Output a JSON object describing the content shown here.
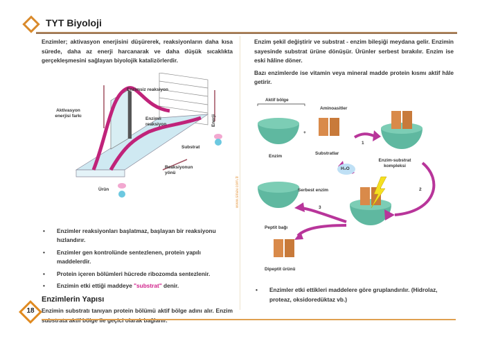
{
  "header": {
    "title": "TYT Biyoloji"
  },
  "left": {
    "intro": "Enzimler; aktivasyon enerjisini düşürerek, reaksiyonların daha kısa sürede, daha az enerji harcanarak ve daha düşük sıcaklıkta gerçekleşmesini sağlayan biyolojik katalizörlerdir.",
    "diagram": {
      "enzimsiz": "Enzimsiz reaksiyon",
      "enzimli": "Enzimli reaksiyon",
      "aktivasyon": "Aktivasyon enerjisi farkı",
      "enerji": "Enerji",
      "substrat": "Substrat",
      "yon": "Reaksiyonun yönü",
      "urun": "Ürün"
    },
    "bullets": [
      "Enzimler reaksiyonları başlatmaz, başlayan bir reaksiyonu hızlandırır.",
      "Enzimler gen kontrolünde sentezlenen, protein yapılı maddelerdir.",
      "Protein içeren bölümleri hücrede ribozomda sentezlenir."
    ],
    "bullet4_pre": "Enzimin etki ettiği maddeye ",
    "bullet4_hl": "\"substrat\"",
    "bullet4_post": " denir.",
    "section_title": "Enzimlerin Yapısı",
    "section_text": "Enzimin substratı tanıyan protein bölümü aktif bölge adını alır. Enzim substrata aktif bölge ile geçici olarak bağlanır."
  },
  "right": {
    "p1": "Enzim şekil değiştirir ve substrat - enzim bileşiği meydana gelir. Enzimin sayesinde substrat ürüne dönüşür. Ürünler serbest bırakılır. Enzim ise eski hâline döner.",
    "p2": "Bazı enzimlerde ise vitamin veya mineral madde protein kısmı aktif hâle getirir.",
    "diagram": {
      "aktif": "Aktif bölge",
      "amino": "Aminoasitler",
      "enzim": "Enzim",
      "substratlar": "Substratlar",
      "kompleks": "Enzim-substrat kompleksi",
      "h2o": "H₂O",
      "serbest": "Serbest enzim",
      "peptit": "Peptit bağı",
      "dipeptit": "Dipeptit ürünü",
      "s1": "1",
      "s2": "2",
      "s3": "3",
      "plus": "+"
    },
    "bullet": "Enzimler etki ettikleri maddelere göre gruplandırılır. (Hidrolaz, proteaz, oksidoredüktaz vb.)"
  },
  "watermark": "www.sinav.com.tr",
  "page_number": "18",
  "colors": {
    "accent": "#d98a2c",
    "highlight": "#d0208a",
    "enzyme": "#5fb8a0",
    "substrate": "#d98a4a"
  }
}
